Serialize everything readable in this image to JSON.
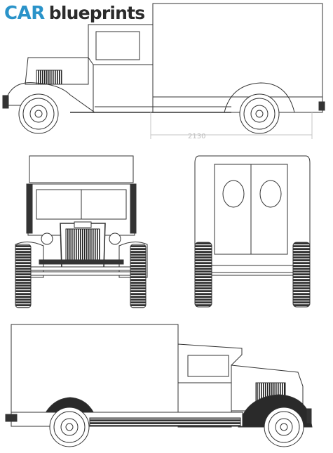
{
  "brand": {
    "name_part1": "CAR",
    "name_part2": "blueprints",
    "color_part1": "#2a93c9",
    "color_part2": "#2b2b2b"
  },
  "dimension_label": "2130",
  "views": [
    {
      "name": "side-view-right",
      "kind": "side"
    },
    {
      "name": "front-view",
      "kind": "front"
    },
    {
      "name": "rear-view",
      "kind": "rear"
    },
    {
      "name": "side-view-left",
      "kind": "side"
    }
  ]
}
